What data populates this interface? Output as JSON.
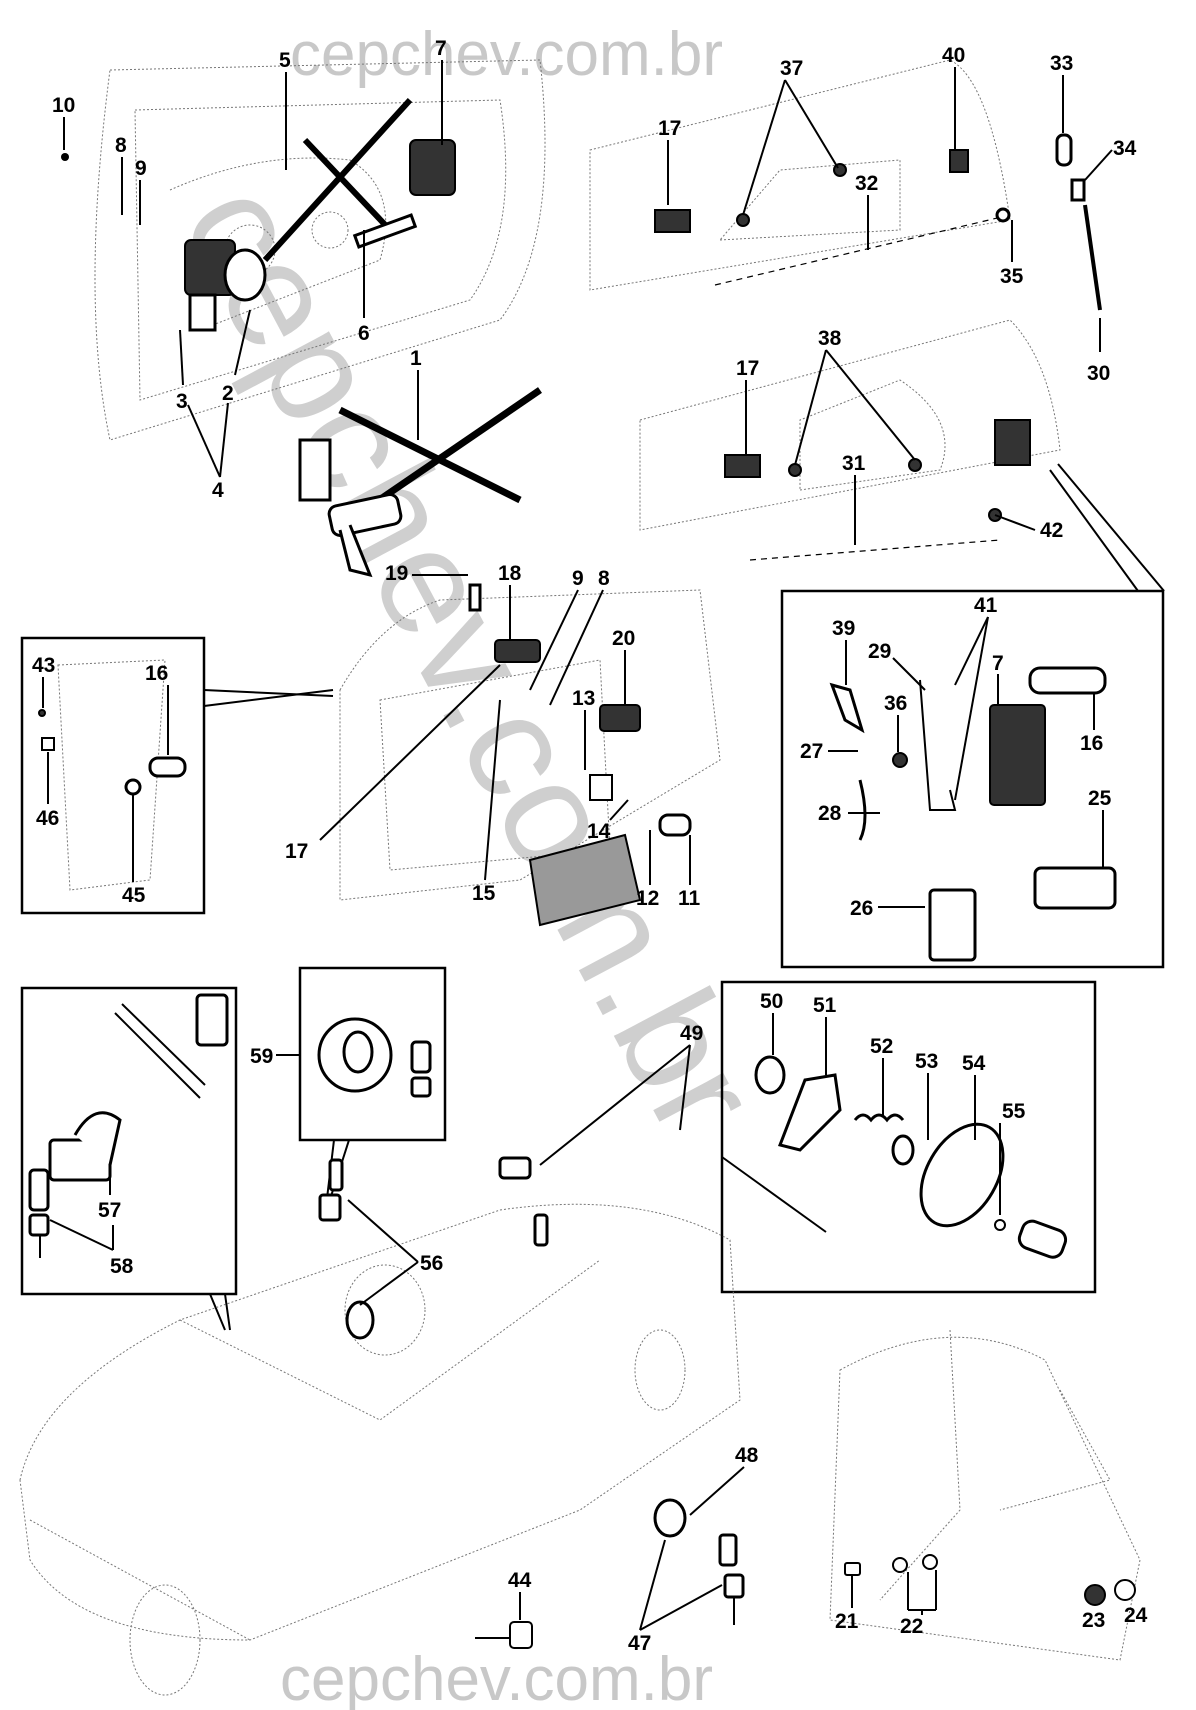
{
  "watermark": {
    "top_text": "cepchev.com.br",
    "bottom_text": "cepchev.com.br",
    "diagonal_text": "cepchev.com.br"
  },
  "callouts": {
    "c1": "1",
    "c2": "2",
    "c3": "3",
    "c4": "4",
    "c5": "5",
    "c6": "6",
    "c7": "7",
    "c8": "8",
    "c9": "9",
    "c10": "10",
    "c11": "11",
    "c12": "12",
    "c13": "13",
    "c14": "14",
    "c15": "15",
    "c16": "16",
    "c17": "17",
    "c18": "18",
    "c19": "19",
    "c20": "20",
    "c21": "21",
    "c22": "22",
    "c23": "23",
    "c24": "24",
    "c25": "25",
    "c26": "26",
    "c27": "27",
    "c28": "28",
    "c29": "29",
    "c30": "30",
    "c31": "31",
    "c32": "32",
    "c33": "33",
    "c34": "34",
    "c35": "35",
    "c36": "36",
    "c37": "37",
    "c38": "38",
    "c39": "39",
    "c40": "40",
    "c41": "41",
    "c42": "42",
    "c43": "43",
    "c44": "44",
    "c45": "45",
    "c46": "46",
    "c47": "47",
    "c48": "48",
    "c49": "49",
    "c50": "50",
    "c51": "51",
    "c52": "52",
    "c53": "53",
    "c54": "54",
    "c55": "55",
    "c56": "56",
    "c57": "57",
    "c58": "58",
    "c59": "59"
  }
}
